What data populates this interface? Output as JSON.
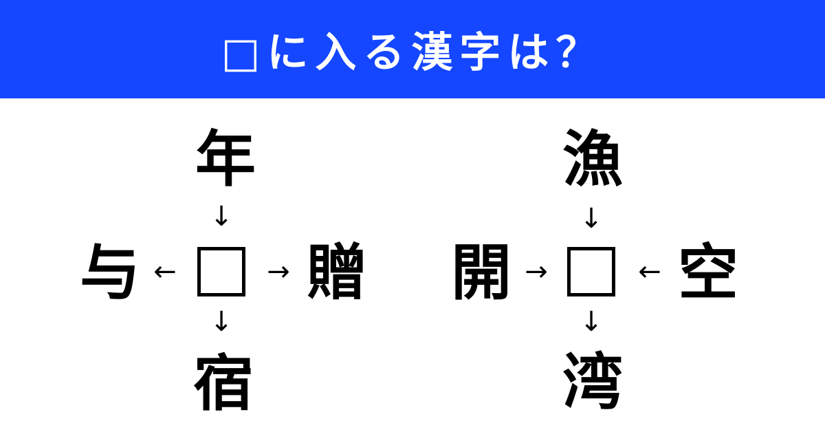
{
  "header": {
    "title": "□に入る漢字は？",
    "bg_color": "#1447ff"
  },
  "puzzles": [
    {
      "top": "年",
      "left": "与",
      "right": "贈",
      "bottom": "宿",
      "arrows": {
        "top": "↓",
        "left": "←",
        "right": "→",
        "bottom": "↓"
      }
    },
    {
      "top": "漁",
      "left": "開",
      "right": "空",
      "bottom": "湾",
      "arrows": {
        "top": "↓",
        "left": "→",
        "right": "←",
        "bottom": "↓"
      }
    }
  ]
}
